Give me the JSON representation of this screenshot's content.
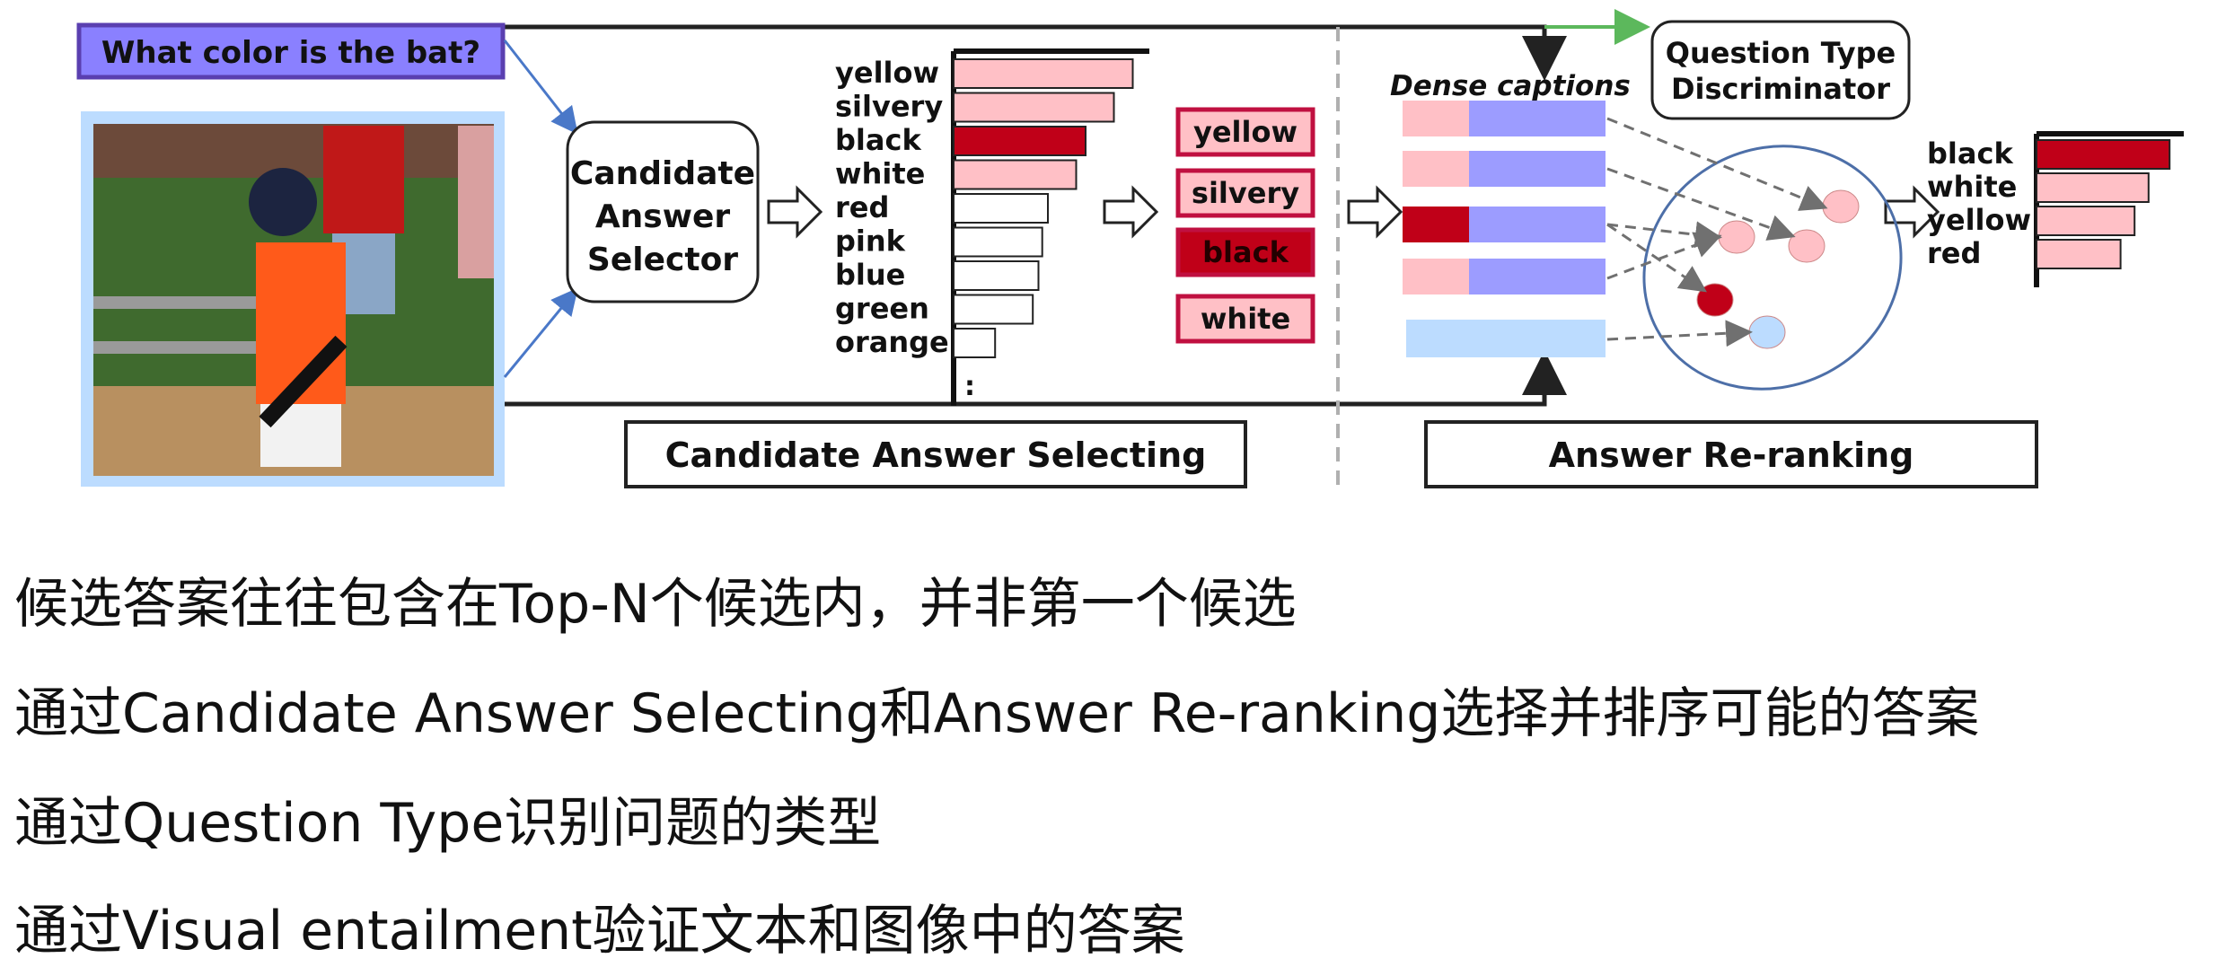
{
  "diagram": {
    "question": "What color is the bat?",
    "selector_label": [
      "Candidate",
      "Answer",
      "Selector"
    ],
    "candidate_list": [
      "yellow",
      "silvery",
      "black",
      "white",
      "red",
      "pink",
      "blue",
      "green",
      "orange"
    ],
    "candidate_ellipsis": ":",
    "candidate_scores": [
      0.95,
      0.85,
      0.7,
      0.65,
      0.5,
      0.47,
      0.45,
      0.42,
      0.22
    ],
    "topn_boxes": [
      "yellow",
      "silvery",
      "black",
      "white"
    ],
    "dense_captions_label": "Dense captions",
    "discriminator_label": [
      "Question Type",
      "Discriminator"
    ],
    "reranked_list": [
      "black",
      "white",
      "yellow",
      "red"
    ],
    "reranked_scores": [
      0.95,
      0.8,
      0.7,
      0.6
    ],
    "stage1_label": "Candidate Answer Selecting",
    "stage2_label": "Answer Re-ranking",
    "colors": {
      "accent_red": "#c00018",
      "light_red": "#ffc0c6",
      "lavender": "#9c9cff",
      "light_blue": "#bcdcff",
      "question_purple": "#8a80ff"
    }
  },
  "notes": [
    "候选答案往往包含在Top-N个候选内，并非第一个候选",
    "通过Candidate Answer Selecting和Answer Re-ranking选择并排序可能的答案",
    "通过Question Type识别问题的类型",
    "通过Visual entailment验证文本和图像中的答案"
  ]
}
